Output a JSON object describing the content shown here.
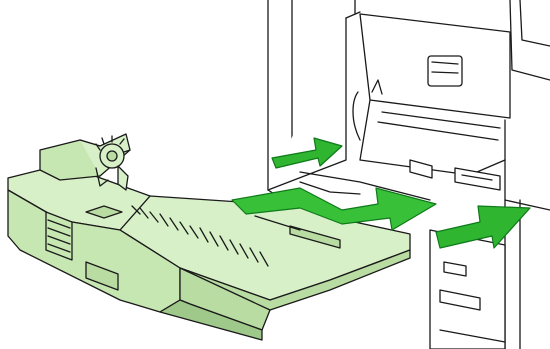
{
  "figure": {
    "subject": "printer-duplex-unit-installation",
    "colors": {
      "background": "#ffffff",
      "line": "#1a1a1a",
      "duplexer_fill": "#d8f0c8",
      "duplexer_shade": "#b9dca3",
      "duplexer_dark": "#9fc98a",
      "arrow_fill": "#2fb52f",
      "arrow_edge": "#0f7a1a",
      "printer_fill": "#ffffff"
    },
    "icons": {
      "arrows": [
        "arrow-right",
        "arrow-right",
        "arrow-right",
        "arrow-right"
      ]
    }
  }
}
